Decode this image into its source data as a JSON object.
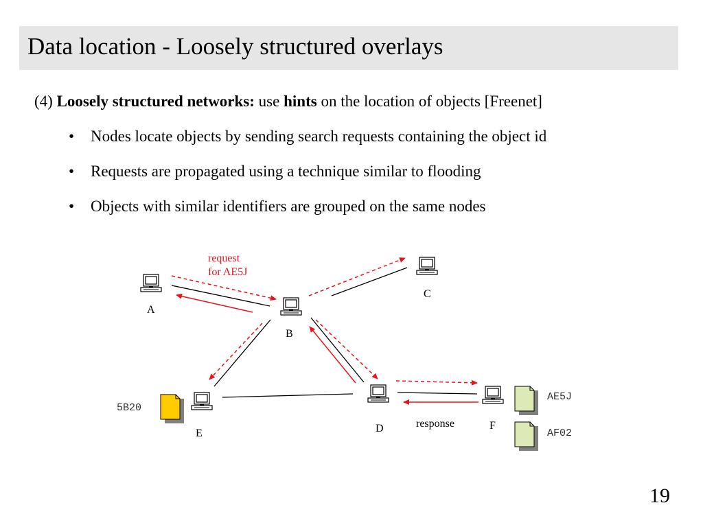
{
  "slide": {
    "title": "Data location - Loosely structured overlays",
    "page_number": "19"
  },
  "intro": {
    "number": "(4)",
    "bold_1": "Loosely structured networks:",
    "text_1": "use",
    "bold_2": "hints",
    "text_2": "on the location of objects [Freenet]"
  },
  "bullets": [
    "Nodes locate objects by sending search requests containing the object id",
    "Requests are propagated using a technique similar to flooding",
    "Objects with similar identifiers are grouped on the same nodes"
  ],
  "diagram": {
    "nodes": {
      "a": "A",
      "b": "B",
      "c": "C",
      "d": "D",
      "e": "E",
      "f": "F"
    },
    "request_label_line1": "request",
    "request_label_line2": "for AE5J",
    "response_label": "response",
    "objects": {
      "e_object": "5B20",
      "f_object_1": "AE5J",
      "f_object_2": "AF02"
    },
    "colors": {
      "request_arrow": "#e8141c",
      "link": "#000000",
      "doc_yellow": "#ffcc00",
      "doc_green": "#ddeab8"
    },
    "icons": {
      "node": "computer-icon",
      "object": "document-icon"
    }
  }
}
